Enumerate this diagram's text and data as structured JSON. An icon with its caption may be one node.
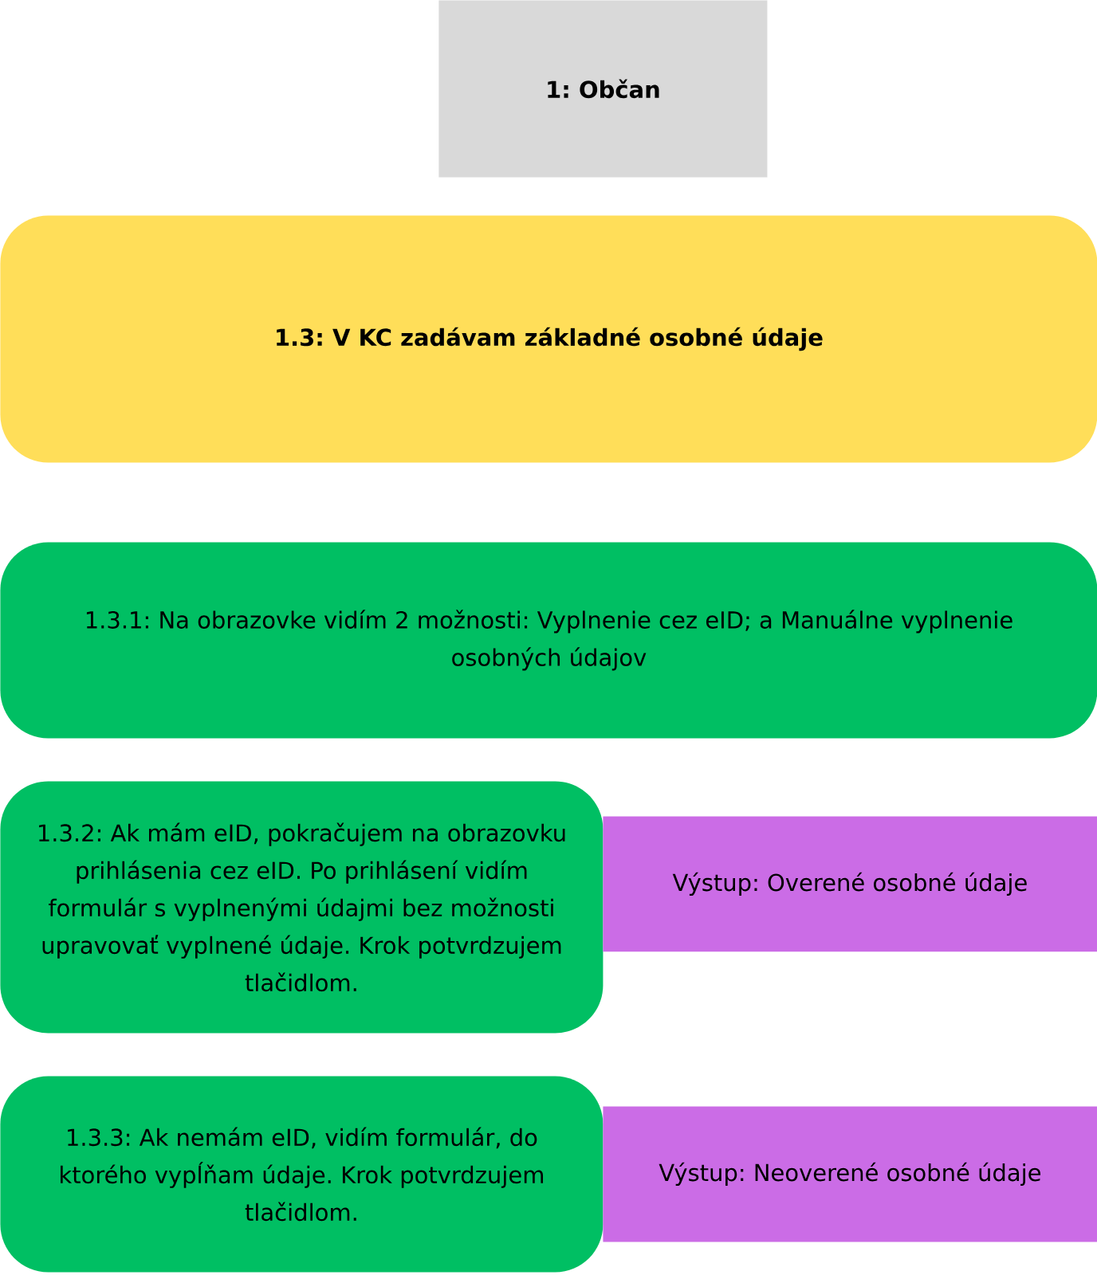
{
  "diagram": {
    "nodes": [
      {
        "text": [
          "1: Občan"
        ]
      },
      {
        "text": [
          "1.3: V KC zadávam základné osobné údaje"
        ]
      },
      {
        "text": [
          "1.3.1: Na obrazovke vidím 2 možnosti: Vyplnenie cez eID; a Manuálne vyplnenie osobných údajov"
        ]
      },
      {
        "text": [
          "1.3.2: Ak mám eID, pokračujem na obrazovku prihlásenia cez eID. Po prihlásení vidím formulár s vyplnenými údajmi bez možnosti upravovať vyplnené údaje. Krok potvrdzujem tlačidlom."
        ]
      },
      {
        "text": [
          "Výstup: Overené osobné údaje"
        ]
      },
      {
        "text": [
          "1.3.3: Ak nemám eID, vidím formulár, do ktorého vypĺňam údaje. Krok potvrdzujem tlačidlom."
        ]
      },
      {
        "text": [
          "Výstup: Neoverené osobné údaje"
        ]
      }
    ]
  }
}
